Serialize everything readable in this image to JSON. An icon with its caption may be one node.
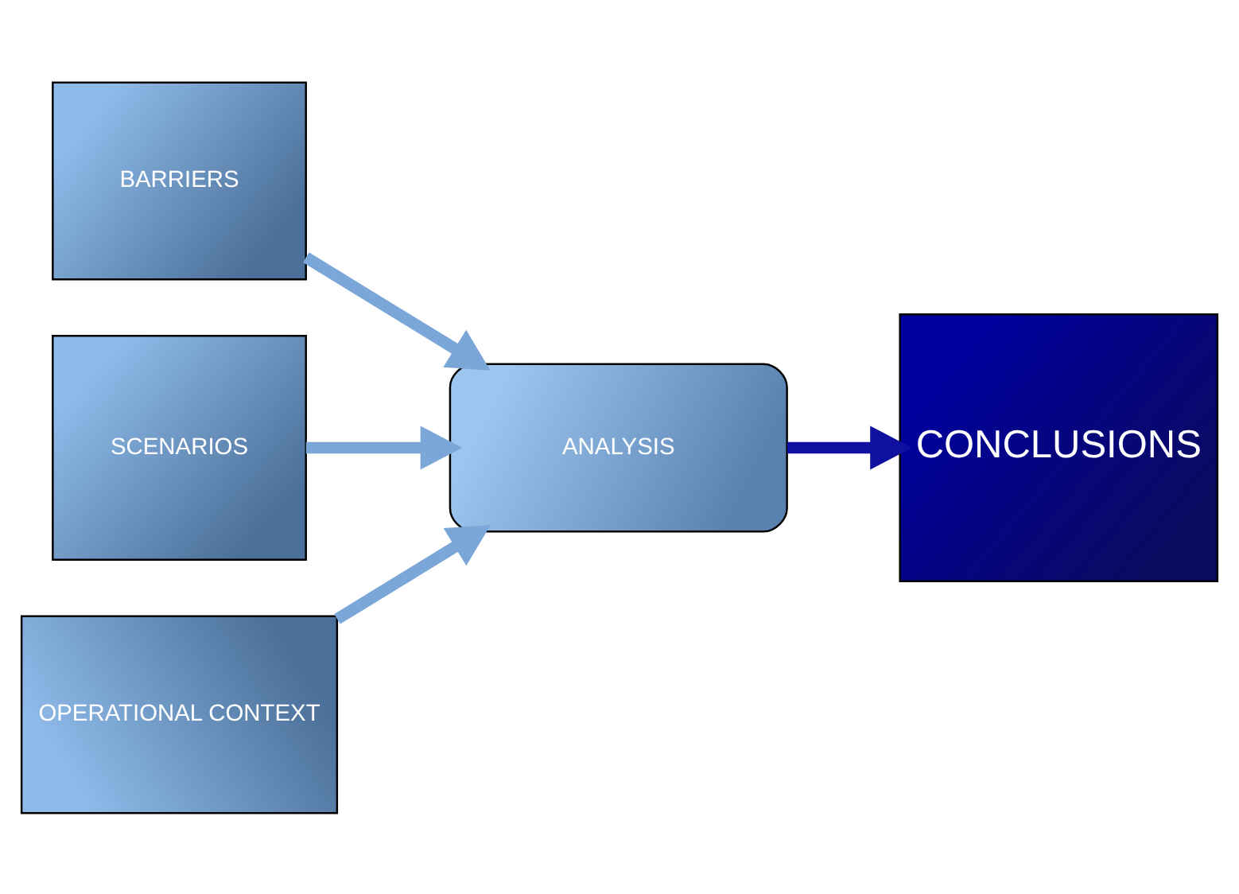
{
  "diagram": {
    "nodes": [
      {
        "text": [
          "BARRIERS"
        ]
      },
      {
        "text": [
          "SCENARIOS"
        ]
      },
      {
        "text": [
          "ANALYSIS"
        ]
      },
      {
        "text": [
          "CONCLUSIONS"
        ]
      },
      {
        "text": [
          "OPERATIONAL CONTEXT"
        ]
      }
    ],
    "edges": [
      {
        "from": 0,
        "to": 2,
        "arrow": "to"
      },
      {
        "from": 1,
        "to": 2,
        "arrow": "to"
      },
      {
        "from": 2,
        "to": 3,
        "arrow": "to",
        "color": "#1010a0"
      },
      {
        "from": 4,
        "to": 2,
        "arrow": "to"
      }
    ]
  }
}
